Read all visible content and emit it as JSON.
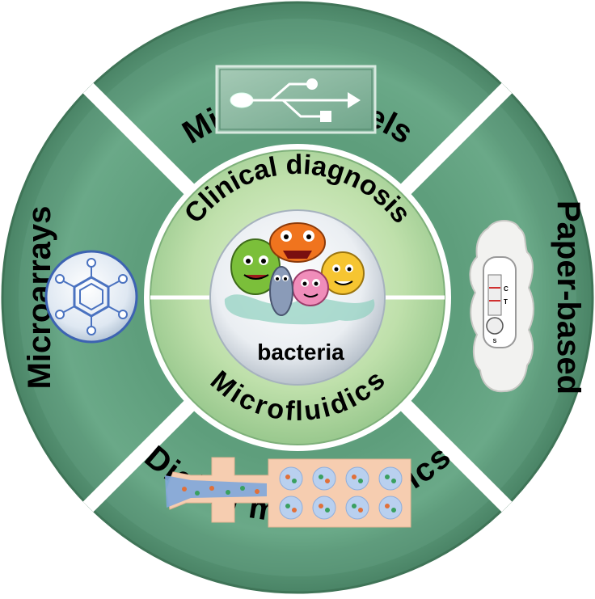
{
  "outer_ring": {
    "top_label": "Microchannels",
    "right_label": "Paper-based",
    "bottom_label": "Digital microfluidics",
    "left_label": "Microarrays"
  },
  "inner_circle": {
    "top_label": "Clinical diagnosis",
    "bottom_label": "Microfluidics",
    "center_label": "bacteria"
  },
  "paper_test": {
    "control_mark": "C",
    "test_mark": "T",
    "sample_mark": "S"
  },
  "colors": {
    "ring_dark": "#4f8b6c",
    "ring_light": "#7eb592",
    "inner_light": "#c6e3b4",
    "inner_dark": "#8fc286",
    "text": "#000000",
    "gap": "#ffffff"
  }
}
